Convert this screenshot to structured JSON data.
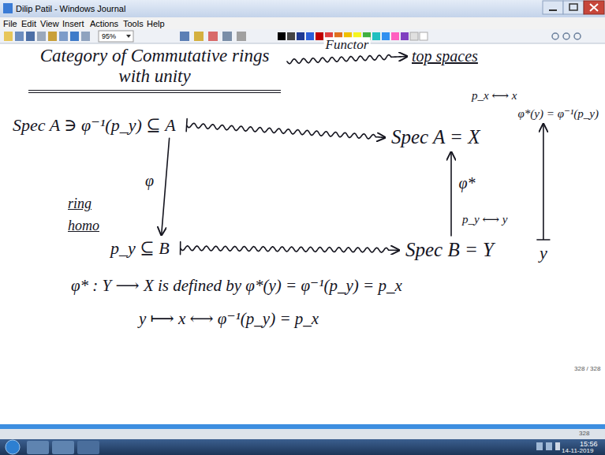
{
  "diagram": {
    "nodes": [
      {
        "text": [
          "Category of Commutative rings with unity"
        ]
      },
      {
        "text": [
          "top spaces"
        ]
      },
      {
        "text": [
          "Spec A ∋ φ⁻¹(p_y) ⊆ A"
        ]
      },
      {
        "text": [
          "Spec A = X"
        ]
      },
      {
        "text": [
          "φ*(y) = φ⁻¹(p_y)"
        ]
      },
      {
        "text": [
          "p_y ⊆ B"
        ]
      },
      {
        "text": [
          "Spec B = Y"
        ]
      },
      {
        "text": [
          "y"
        ]
      }
    ],
    "edges": [
      {
        "from": 0,
        "to": 1,
        "arrow": "to",
        "label": "Functor"
      },
      {
        "from": 2,
        "to": 3,
        "arrow": "to"
      },
      {
        "from": 2,
        "to": 5,
        "arrow": "to",
        "label": "φ"
      },
      {
        "from": 5,
        "to": 6,
        "arrow": "to"
      },
      {
        "from": 6,
        "to": 3,
        "arrow": "to",
        "label": "φ*"
      },
      {
        "from": 7,
        "to": 4,
        "arrow": "to"
      }
    ],
    "labels": [
      "Dilip Patil - Windows Journal",
      "File",
      "Edit",
      "View",
      "Insert",
      "Actions",
      "Tools",
      "Help",
      "95%",
      "p_x ⟷ x",
      "ring",
      "homo",
      "p_y ⟷ y",
      "φ* : Y ⟶ X is defined by φ*(y) = φ⁻¹(p_y) = p_x",
      "y ⟼ x ⟷ φ⁻¹(p_y) = p_x",
      "328 / 328",
      "328",
      "15:56",
      "14-11-2019"
    ]
  }
}
